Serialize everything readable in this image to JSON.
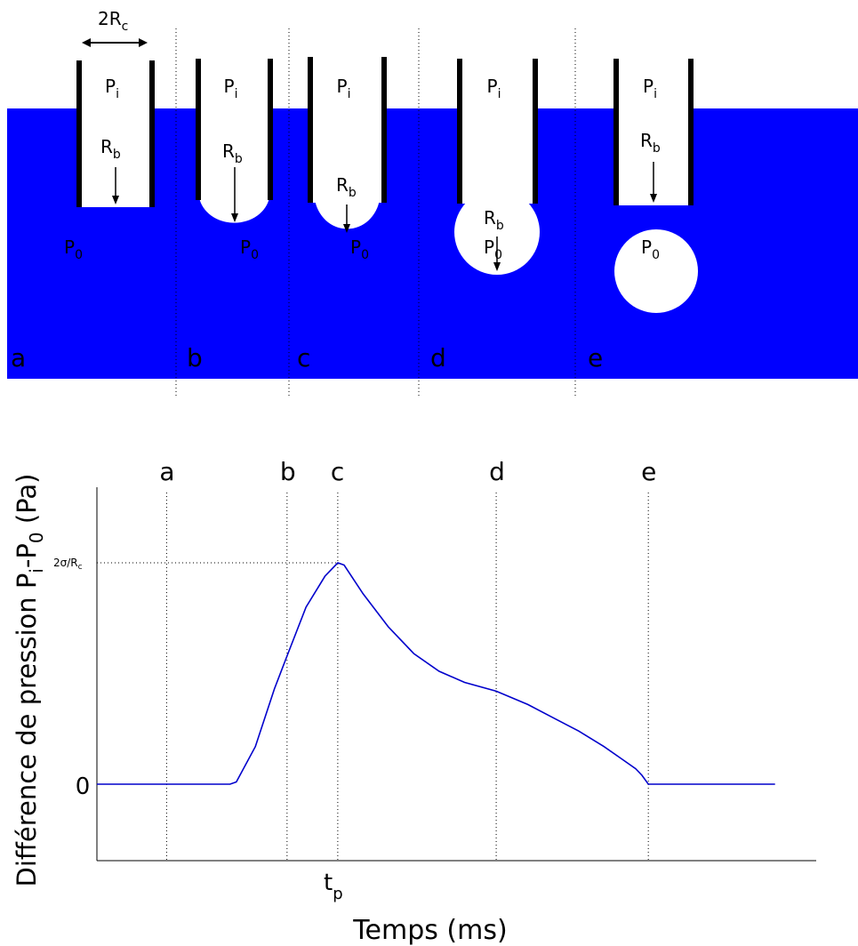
{
  "diagram": {
    "colors": {
      "liquid": "#0000ff",
      "wall": "#000000",
      "bubble": "#ffffff"
    },
    "width_label": "2R",
    "width_label_sub": "c",
    "inner_pressure": {
      "main": "P",
      "sub": "i"
    },
    "outer_pressure": {
      "main": "P",
      "sub": "0"
    },
    "radius": {
      "main": "R",
      "sub": "b"
    },
    "stages": [
      "a",
      "b",
      "c",
      "d",
      "e"
    ]
  },
  "chart_data": {
    "type": "line",
    "xlabel": "Temps (ms)",
    "ylabel_parts": {
      "a": "Différence de pression P",
      "b": "i",
      "c": "-P",
      "d": "0",
      "e": " (Pa)"
    },
    "ytick_zero": "0",
    "peak_label": {
      "main": "2σ/R",
      "sub": "c"
    },
    "tp_label": {
      "main": "t",
      "sub": "p"
    },
    "stage_markers": [
      {
        "label": "a",
        "x": 0.11
      },
      {
        "label": "b",
        "x": 0.3
      },
      {
        "label": "c",
        "x": 0.38
      },
      {
        "label": "d",
        "x": 0.63
      },
      {
        "label": "e",
        "x": 0.87
      }
    ],
    "peak_x": 0.38,
    "xlim": [
      0,
      1.15
    ],
    "ylim": [
      -0.35,
      1.55
    ],
    "series": [
      {
        "color": "#0000cc",
        "x": [
          0.0,
          0.21,
          0.22,
          0.25,
          0.28,
          0.3,
          0.33,
          0.36,
          0.38,
          0.39,
          0.42,
          0.46,
          0.5,
          0.54,
          0.58,
          0.63,
          0.68,
          0.72,
          0.76,
          0.8,
          0.83,
          0.85,
          0.86,
          0.87,
          0.87,
          1.07
        ],
        "y": [
          0.0,
          0.0,
          0.01,
          0.17,
          0.43,
          0.58,
          0.8,
          0.94,
          1.0,
          0.99,
          0.86,
          0.71,
          0.59,
          0.51,
          0.46,
          0.42,
          0.36,
          0.3,
          0.24,
          0.17,
          0.11,
          0.07,
          0.04,
          0.0,
          0.0,
          0.0
        ]
      }
    ]
  }
}
